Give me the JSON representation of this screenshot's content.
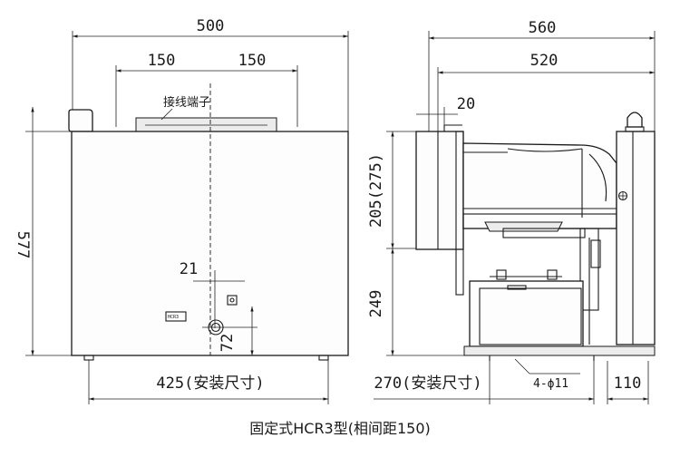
{
  "front_view": {
    "dim_width": "500",
    "dim_left_offset": "150",
    "dim_right_offset": "150",
    "dim_height": "577",
    "terminal_label": "接线端子",
    "dim_hole_offset": "21",
    "dim_hole_height": "72",
    "dim_mount_width": "425(安装尺寸)",
    "nameplate_text": "HCR3"
  },
  "side_view": {
    "dim_overall_depth": "560",
    "dim_depth": "520",
    "dim_flange": "20",
    "dim_upper_height": "205(275)",
    "dim_lower_height": "249",
    "dim_mount_depth": "270(安装尺寸)",
    "hole_spec": "4-ϕ11",
    "dim_offset": "110"
  },
  "caption": "固定式HCR3型(相间距150)"
}
